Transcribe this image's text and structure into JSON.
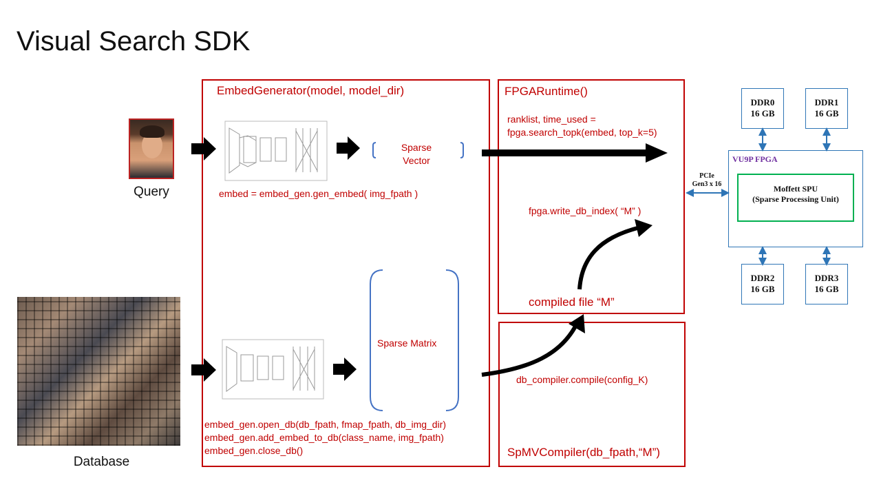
{
  "title": "Visual Search SDK",
  "query": {
    "label": "Query"
  },
  "database": {
    "label": "Database"
  },
  "embed_generator": {
    "header": "EmbedGenerator(model, model_dir)",
    "gen_embed_call": "embed = embed_gen.gen_embed( img_fpath )",
    "open_db_call": "embed_gen.open_db(db_fpath, fmap_fpath, db_img_dir)",
    "add_embed_call": "embed_gen.add_embed_to_db(class_name, img_fpath)",
    "close_db_call": "embed_gen.close_db()",
    "sparse_vector_line1": "Sparse",
    "sparse_vector_line2": "Vector",
    "sparse_matrix": "Sparse  Matrix"
  },
  "fpga_runtime": {
    "header": "FPGARuntime()",
    "search_line1": "ranklist, time_used =",
    "search_line2": "fpga.search_topk(embed, top_k=5)",
    "write_index_call": "fpga.write_db_index( “M” )",
    "compiled_file": "compiled file “M”"
  },
  "spmv_compiler": {
    "header": "SpMVCompiler(db_fpath,“M”)",
    "compile_call": "db_compiler.compile(config_K)"
  },
  "hardware": {
    "ddr0_name": "DDR0",
    "ddr0_size": "16 GB",
    "ddr1_name": "DDR1",
    "ddr1_size": "16 GB",
    "ddr2_name": "DDR2",
    "ddr2_size": "16 GB",
    "ddr3_name": "DDR3",
    "ddr3_size": "16 GB",
    "fpga_label": "VU9P FPGA",
    "spu_line1": "Moffett SPU",
    "spu_line2": "(Sparse Processing Unit)",
    "pcie_line1": "PCIe",
    "pcie_line2": "Gen3 x 16"
  },
  "colors": {
    "code_red": "#c00000",
    "hardware_blue": "#2e75b6",
    "spu_green": "#00b050",
    "fpga_purple": "#7030a0"
  }
}
